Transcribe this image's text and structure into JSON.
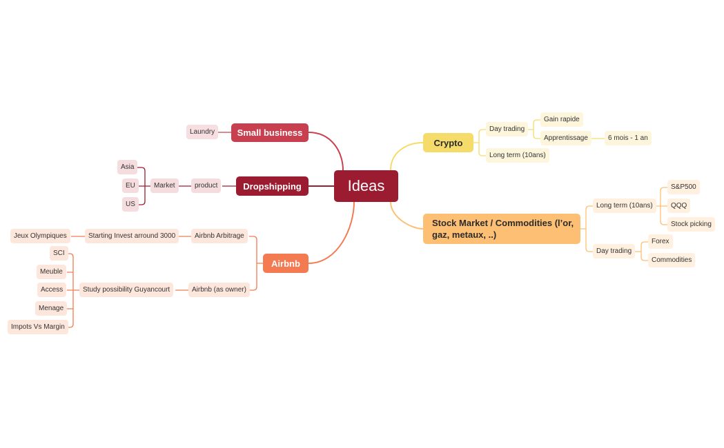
{
  "root": {
    "label": "Ideas"
  },
  "branches": {
    "small_business": {
      "label": "Small business",
      "children": {
        "laundry": "Laundry"
      }
    },
    "dropshipping": {
      "label": "Dropshipping",
      "product": "product",
      "market": "Market",
      "regions": [
        "Asia",
        "EU",
        "US"
      ]
    },
    "airbnb": {
      "label": "Airbnb",
      "arbitrage": "Airbnb Arbitrage",
      "starting_invest": "Starting Invest arround 3000",
      "jeux_olympiques": "Jeux Olympiques",
      "owner": "Airbnb (as owner)",
      "study": "Study possibility Guyancourt",
      "study_items": [
        "SCI",
        "Meuble",
        "Access",
        "Menage",
        "Impots Vs Margin"
      ]
    },
    "crypto": {
      "label": "Crypto",
      "day_trading": "Day trading",
      "gain_rapide": "Gain rapide",
      "apprentissage": "Apprentissage",
      "duration": "6 mois - 1 an",
      "long_term": "Long term (10ans)"
    },
    "stock": {
      "label": "Stock Market / Commodities (l’or, gaz, metaux, ..)",
      "long_term": "Long term (10ans)",
      "long_term_items": [
        "S&P500",
        "QQQ",
        "Stock picking"
      ],
      "day_trading": "Day trading",
      "day_trading_items": [
        "Forex",
        "Commodities"
      ]
    }
  },
  "colors": {
    "root": "#9b1b30",
    "small_business": "#c8404f",
    "dropshipping": "#9b1b30",
    "airbnb": "#f47a51",
    "crypto": "#f5dc6a",
    "stock": "#fdbf74"
  }
}
